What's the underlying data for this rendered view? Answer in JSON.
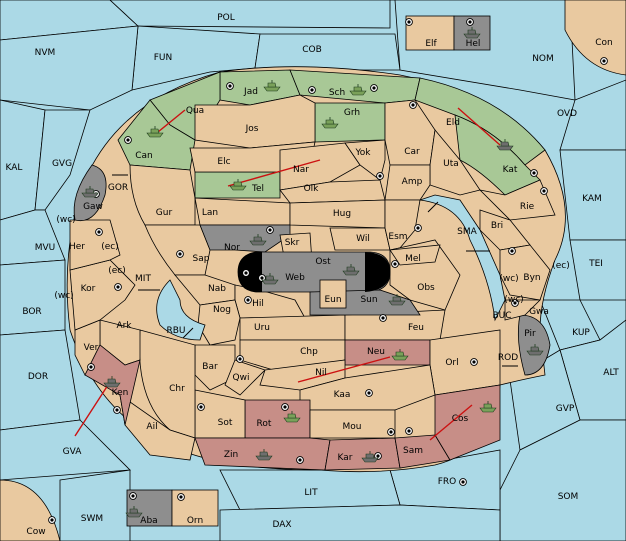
{
  "colors": {
    "sea": "#abd9e6",
    "neutral_land": "#e9c9a0",
    "green_power": "#a8c896",
    "red_power": "#c78e87",
    "grey_power": "#8e8e8e",
    "order_arrow": "#cc1111"
  },
  "sea_labels": [
    {
      "id": "POL",
      "text": "POL"
    },
    {
      "id": "COB",
      "text": "COB"
    },
    {
      "id": "NVM",
      "text": "NVM"
    },
    {
      "id": "FUN",
      "text": "FUN"
    },
    {
      "id": "NOM",
      "text": "NOM"
    },
    {
      "id": "Con",
      "text": "Con"
    },
    {
      "id": "OVD",
      "text": "OVD"
    },
    {
      "id": "KAL",
      "text": "KAL"
    },
    {
      "id": "GVG",
      "text": "GVG"
    },
    {
      "id": "KAM",
      "text": "KAM"
    },
    {
      "id": "TEI",
      "text": "TEI"
    },
    {
      "id": "MVU",
      "text": "MVU"
    },
    {
      "id": "BOR",
      "text": "BOR"
    },
    {
      "id": "DOR",
      "text": "DOR"
    },
    {
      "id": "KUP",
      "text": "KUP"
    },
    {
      "id": "ALT",
      "text": "ALT"
    },
    {
      "id": "GVP",
      "text": "GVP"
    },
    {
      "id": "GVA",
      "text": "GVA"
    },
    {
      "id": "SOM",
      "text": "SOM"
    },
    {
      "id": "FRO",
      "text": "FRO"
    },
    {
      "id": "LIT",
      "text": "LIT"
    },
    {
      "id": "SWM",
      "text": "SWM"
    },
    {
      "id": "DAX",
      "text": "DAX"
    },
    {
      "id": "Cow",
      "text": "Cow"
    },
    {
      "id": "GOR",
      "text": "GOR"
    },
    {
      "id": "MIT",
      "text": "MIT"
    },
    {
      "id": "RBU",
      "text": "RBU"
    },
    {
      "id": "SMA",
      "text": "SMA"
    },
    {
      "id": "BUC",
      "text": "BUC"
    },
    {
      "id": "ROD",
      "text": "ROD"
    }
  ],
  "land_labels": [
    {
      "id": "Jad",
      "text": "Jad"
    },
    {
      "id": "Sch",
      "text": "Sch"
    },
    {
      "id": "Qua",
      "text": "Qua"
    },
    {
      "id": "Grh",
      "text": "Grh"
    },
    {
      "id": "Can",
      "text": "Can"
    },
    {
      "id": "Jos",
      "text": "Jos"
    },
    {
      "id": "Eld",
      "text": "Eld"
    },
    {
      "id": "Yok",
      "text": "Yok"
    },
    {
      "id": "Car",
      "text": "Car"
    },
    {
      "id": "Elc",
      "text": "Elc"
    },
    {
      "id": "Nar",
      "text": "Nar"
    },
    {
      "id": "Uta",
      "text": "Uta"
    },
    {
      "id": "Kat",
      "text": "Kat"
    },
    {
      "id": "Tel",
      "text": "Tel"
    },
    {
      "id": "Olk",
      "text": "Olk"
    },
    {
      "id": "Amp",
      "text": "Amp"
    },
    {
      "id": "Gaw",
      "text": "Gaw"
    },
    {
      "id": "Gur",
      "text": "Gur"
    },
    {
      "id": "Lan",
      "text": "Lan"
    },
    {
      "id": "Hug",
      "text": "Hug"
    },
    {
      "id": "Rie",
      "text": "Rie"
    },
    {
      "id": "Bri",
      "text": "Bri"
    },
    {
      "id": "Wil",
      "text": "Wil"
    },
    {
      "id": "Esm",
      "text": "Esm"
    },
    {
      "id": "Her",
      "text": "Her"
    },
    {
      "id": "wc1",
      "text": "(wc)"
    },
    {
      "id": "ec1",
      "text": "(ec)"
    },
    {
      "id": "Nor",
      "text": "Nor"
    },
    {
      "id": "Skr",
      "text": "Skr"
    },
    {
      "id": "Sap",
      "text": "Sap"
    },
    {
      "id": "Ost",
      "text": "Ost"
    },
    {
      "id": "Mel",
      "text": "Mel"
    },
    {
      "id": "Web",
      "text": "Web"
    },
    {
      "id": "ec2",
      "text": "(ec)"
    },
    {
      "id": "Kor",
      "text": "Kor"
    },
    {
      "id": "wc2",
      "text": "(wc)"
    },
    {
      "id": "Nab",
      "text": "Nab"
    },
    {
      "id": "Obs",
      "text": "Obs"
    },
    {
      "id": "Eun",
      "text": "Eun"
    },
    {
      "id": "Sun",
      "text": "Sun"
    },
    {
      "id": "Byn",
      "text": "Byn"
    },
    {
      "id": "wc3",
      "text": "(wc)"
    },
    {
      "id": "ec3",
      "text": "(ec)"
    },
    {
      "id": "Hil",
      "text": "Hil"
    },
    {
      "id": "Nog",
      "text": "Nog"
    },
    {
      "id": "Ark",
      "text": "Ark"
    },
    {
      "id": "Gwa",
      "text": "Gwa"
    },
    {
      "id": "wc4",
      "text": "(wc)"
    },
    {
      "id": "Uru",
      "text": "Uru"
    },
    {
      "id": "Feu",
      "text": "Feu"
    },
    {
      "id": "Pir",
      "text": "Pir"
    },
    {
      "id": "Ver",
      "text": "Ver"
    },
    {
      "id": "Chp",
      "text": "Chp"
    },
    {
      "id": "Neu",
      "text": "Neu"
    },
    {
      "id": "Bar",
      "text": "Bar"
    },
    {
      "id": "Orl",
      "text": "Orl"
    },
    {
      "id": "Nil",
      "text": "Nil"
    },
    {
      "id": "Qwi",
      "text": "Qwi"
    },
    {
      "id": "Ken",
      "text": "Ken"
    },
    {
      "id": "Chr",
      "text": "Chr"
    },
    {
      "id": "Kaa",
      "text": "Kaa"
    },
    {
      "id": "Rot",
      "text": "Rot"
    },
    {
      "id": "Cos",
      "text": "Cos"
    },
    {
      "id": "Ail",
      "text": "Ail"
    },
    {
      "id": "Sot",
      "text": "Sot"
    },
    {
      "id": "Mou",
      "text": "Mou"
    },
    {
      "id": "Sam",
      "text": "Sam"
    },
    {
      "id": "Zin",
      "text": "Zin"
    },
    {
      "id": "Kar",
      "text": "Kar"
    },
    {
      "id": "Elf",
      "text": "Elf"
    },
    {
      "id": "Hel",
      "text": "Hel"
    },
    {
      "id": "Aba",
      "text": "Aba"
    },
    {
      "id": "Orn",
      "text": "Orn"
    }
  ],
  "units": [
    {
      "id": "Can",
      "type": "fleet",
      "power": "green"
    },
    {
      "id": "Jad",
      "type": "fleet",
      "power": "green"
    },
    {
      "id": "Sch",
      "type": "fleet",
      "power": "green"
    },
    {
      "id": "Grh",
      "type": "fleet",
      "power": "green"
    },
    {
      "id": "Tel",
      "type": "fleet",
      "power": "green"
    },
    {
      "id": "Kat",
      "type": "fleet",
      "power": "grey"
    },
    {
      "id": "Gaw",
      "type": "fleet",
      "power": "grey"
    },
    {
      "id": "Nor",
      "type": "fleet",
      "power": "grey"
    },
    {
      "id": "Web",
      "type": "fleet",
      "power": "grey"
    },
    {
      "id": "Ost",
      "type": "fleet",
      "power": "grey"
    },
    {
      "id": "Sun",
      "type": "fleet",
      "power": "grey"
    },
    {
      "id": "Pir",
      "type": "fleet",
      "power": "grey"
    },
    {
      "id": "Hel",
      "type": "fleet",
      "power": "grey"
    },
    {
      "id": "Aba",
      "type": "fleet",
      "power": "grey"
    },
    {
      "id": "Ken",
      "type": "fleet",
      "power": "grey"
    },
    {
      "id": "Neu",
      "type": "fleet",
      "power": "green"
    },
    {
      "id": "Rot",
      "type": "fleet",
      "power": "green"
    },
    {
      "id": "Cos",
      "type": "fleet",
      "power": "green"
    },
    {
      "id": "Zin",
      "type": "fleet",
      "power": "grey"
    },
    {
      "id": "Kar",
      "type": "fleet",
      "power": "grey"
    }
  ],
  "supply_centers": [
    "Jad",
    "Sch",
    "Can",
    "Grh",
    "Car",
    "Kat",
    "Rie",
    "Amp",
    "Gaw",
    "Her",
    "Esm",
    "Mel",
    "Sap",
    "Nab",
    "Nor",
    "Kor",
    "Web",
    "Byn",
    "Sun",
    "Gwa",
    "Qwi",
    "Ver",
    "Hil",
    "Ken",
    "Rot",
    "Kaa",
    "Orl",
    "Sot",
    "Zin",
    "Kar",
    "Mou",
    "Sam",
    "Elf",
    "Hel",
    "Aba",
    "Orn",
    "FRO",
    "Cow",
    "Con"
  ]
}
